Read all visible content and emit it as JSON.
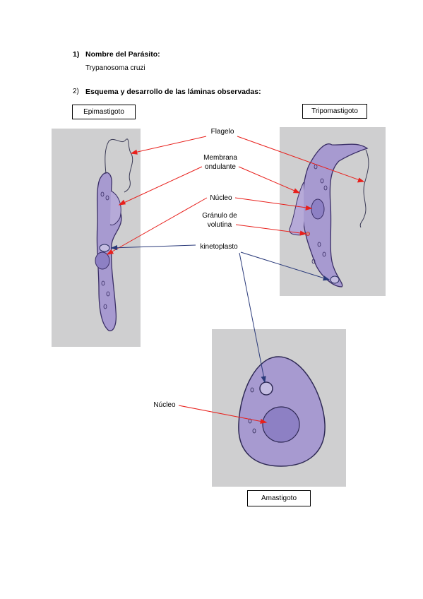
{
  "section1": {
    "number": "1)",
    "title": "Nombre del Parásito:",
    "value": "Trypanosoma cruzi"
  },
  "section2": {
    "number": "2)",
    "title": "Esquema y desarrollo de las láminas observadas:"
  },
  "stages": {
    "epi": "Epimastigoto",
    "tripo": "Tripomastigoto",
    "ama": "Amastigoto"
  },
  "labels": {
    "flagelo": "Flagelo",
    "membrana_1": "Membrana",
    "membrana_2": "ondulante",
    "nucleo": "Núcleo",
    "granulo_1": "Gránulo de",
    "granulo_2": "volutina",
    "kinetoplasto": "kinetoplasto",
    "nucleo_ama": "Núcleo"
  },
  "colors": {
    "red_arrow": "#e8201c",
    "blue_arrow": "#2a3a7a",
    "cell_fill": "#a79ad0",
    "photo_bg": "#cfcfd0"
  }
}
